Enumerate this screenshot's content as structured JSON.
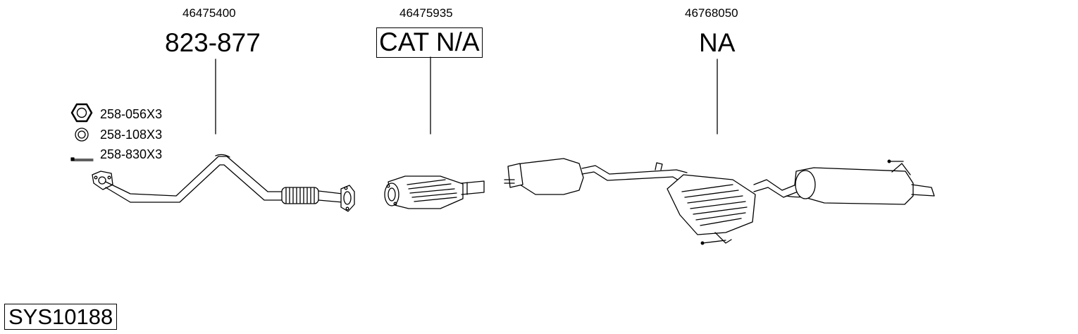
{
  "parts": [
    {
      "oe_number": "46475400",
      "part_number": "823-877"
    },
    {
      "oe_number": "46475935",
      "part_number": "CAT N/A"
    },
    {
      "oe_number": "46768050",
      "part_number": "NA"
    }
  ],
  "fitting_kit": [
    {
      "icon": "nut-icon",
      "code": "258-056X3"
    },
    {
      "icon": "washer-icon",
      "code": "258-108X3"
    },
    {
      "icon": "bolt-icon",
      "code": "258-830X3"
    }
  ],
  "system_code": "SYS10188"
}
